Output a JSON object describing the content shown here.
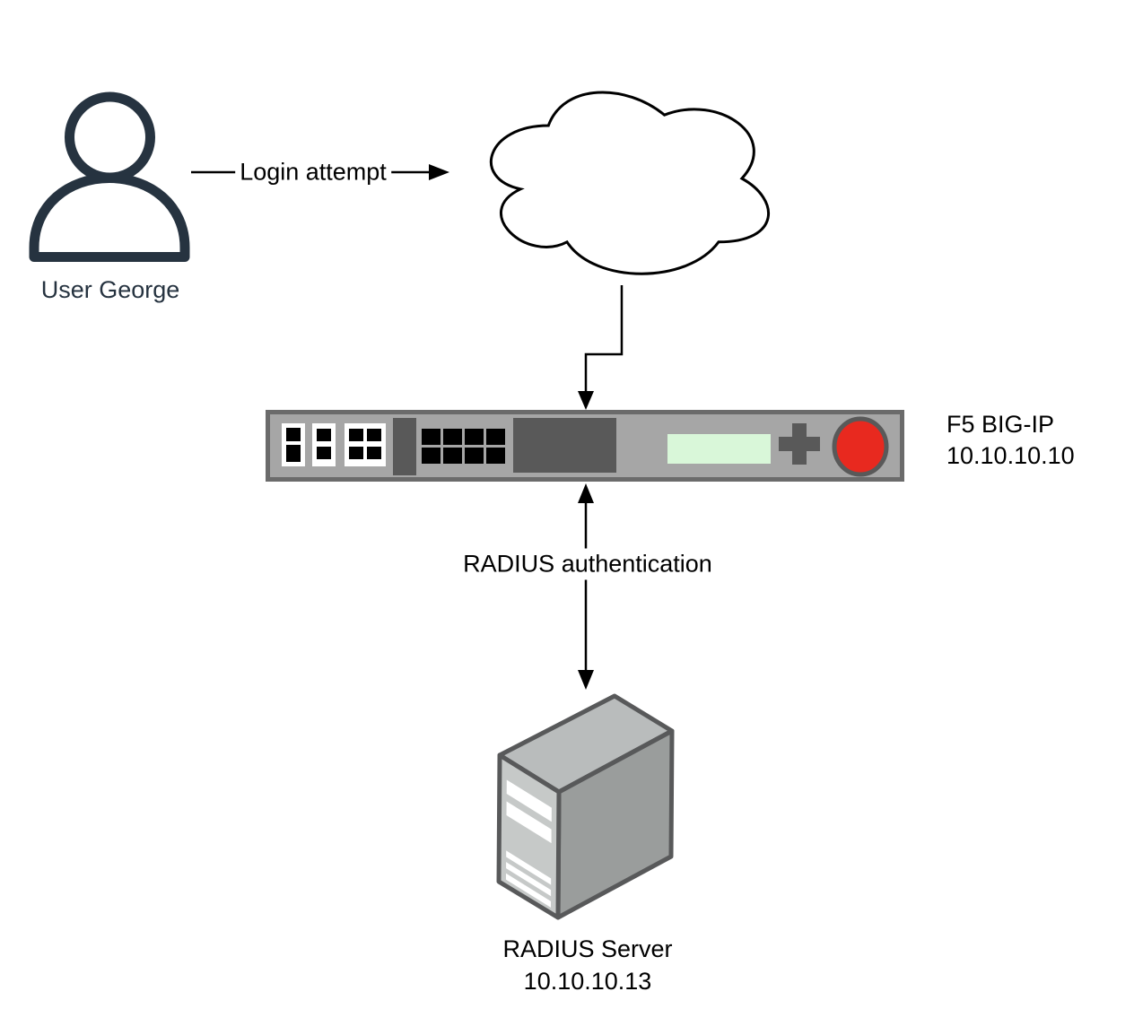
{
  "diagram": {
    "nodes": {
      "user": {
        "label": "User George",
        "icon": "user-icon"
      },
      "internet": {
        "icon": "cloud-icon"
      },
      "f5_bigip": {
        "label": "F5 BIG-IP",
        "ip": "10.10.10.10",
        "icon": "load-balancer-appliance-icon"
      },
      "radius_server": {
        "label": "RADIUS Server",
        "ip": "10.10.10.13",
        "icon": "server-tower-icon"
      }
    },
    "edges": {
      "login_attempt": {
        "label": "Login attempt",
        "from": "user",
        "to": "internet",
        "direction": "one-way"
      },
      "internet_to_f5": {
        "from": "internet",
        "to": "f5_bigip",
        "direction": "one-way"
      },
      "radius_auth": {
        "label": "RADIUS authentication",
        "from": "f5_bigip",
        "to": "radius_server",
        "direction": "two-way"
      }
    },
    "colors": {
      "line": "#000000",
      "user_icon": "#263340",
      "device_body": "#a6a6a6",
      "device_border": "#6b6b6b",
      "device_dark": "#595959",
      "device_port": "#000000",
      "lcd_green": "#d9f7d9",
      "f5_ball_red": "#e8291f",
      "server_front": "#c6c9c8",
      "server_side": "#9a9d9c",
      "server_top": "#b9bcbc",
      "server_outline": "#58595a"
    }
  }
}
